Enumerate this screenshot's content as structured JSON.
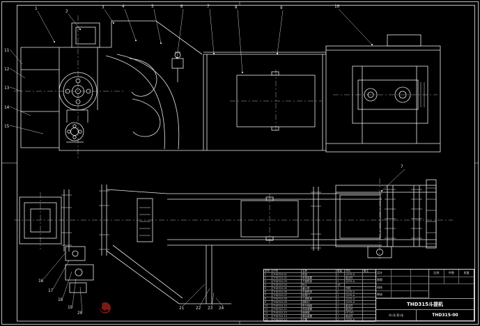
{
  "meta": {
    "background_color": "#000000",
    "line_color": "#ededed",
    "stamp_color": "#7a1a14"
  },
  "drawing": {
    "title": "THD315斗提机",
    "number": "THD315-00"
  },
  "callouts": {
    "top": [
      "1",
      "2",
      "3",
      "4",
      "5",
      "6",
      "7",
      "8",
      "9",
      "10"
    ],
    "left": [
      "11",
      "12",
      "13",
      "14",
      "15"
    ],
    "bottom_left": [
      "16",
      "17",
      "18",
      "19",
      "20"
    ],
    "bottom_mid": [
      "21",
      "22",
      "23",
      "24"
    ],
    "right": [
      "7"
    ]
  },
  "bom": {
    "headers": [
      "序号",
      "代号",
      "名称",
      "数量",
      "材料",
      "备注"
    ],
    "rows": [
      [
        "1",
        "THD315-01",
        "机座",
        "1",
        "Q235-A",
        ""
      ],
      [
        "2",
        "THD315-02",
        "张紧装置",
        "1",
        "组合件",
        ""
      ],
      [
        "3",
        "THD315-03",
        "下部机壳",
        "1",
        "Q235-A",
        ""
      ],
      [
        "4",
        "THD315-04",
        "料斗",
        "46",
        "",
        ""
      ],
      [
        "5",
        "THD315-05",
        "畚斗带",
        "1",
        "外购",
        ""
      ],
      [
        "6",
        "THD315-06",
        "中部机壳",
        "2",
        "Q235-A",
        ""
      ],
      [
        "7",
        "THD315-07",
        "检视门",
        "1",
        "Q235-A",
        ""
      ],
      [
        "8",
        "THD315-08",
        "上部机壳",
        "1",
        "Q235-A",
        ""
      ],
      [
        "9",
        "THD315-09",
        "卸料口",
        "1",
        "Q235-A",
        ""
      ],
      [
        "10",
        "THD315-10",
        "机头轴组",
        "1",
        "组合件",
        ""
      ],
      [
        "11",
        "THD315-11",
        "传动滚筒",
        "1",
        "组合件",
        ""
      ],
      [
        "12",
        "THD315-12",
        "轴承座",
        "2",
        "HT200",
        ""
      ],
      [
        "13",
        "THD315-13",
        "驱动装置",
        "1",
        "组合件",
        ""
      ],
      [
        "14",
        "THD315-14",
        "护罩",
        "1",
        "Q235-A",
        ""
      ]
    ]
  },
  "title_block": {
    "fields": [
      {
        "label": "设计"
      },
      {
        "label": "制图"
      },
      {
        "label": "校核"
      },
      {
        "label": "审核"
      }
    ],
    "info_labels": [
      "比例",
      "件数",
      "质量"
    ],
    "sheet": "共1张 第1张",
    "title": "THD315斗提机",
    "number": "THD315-00"
  }
}
